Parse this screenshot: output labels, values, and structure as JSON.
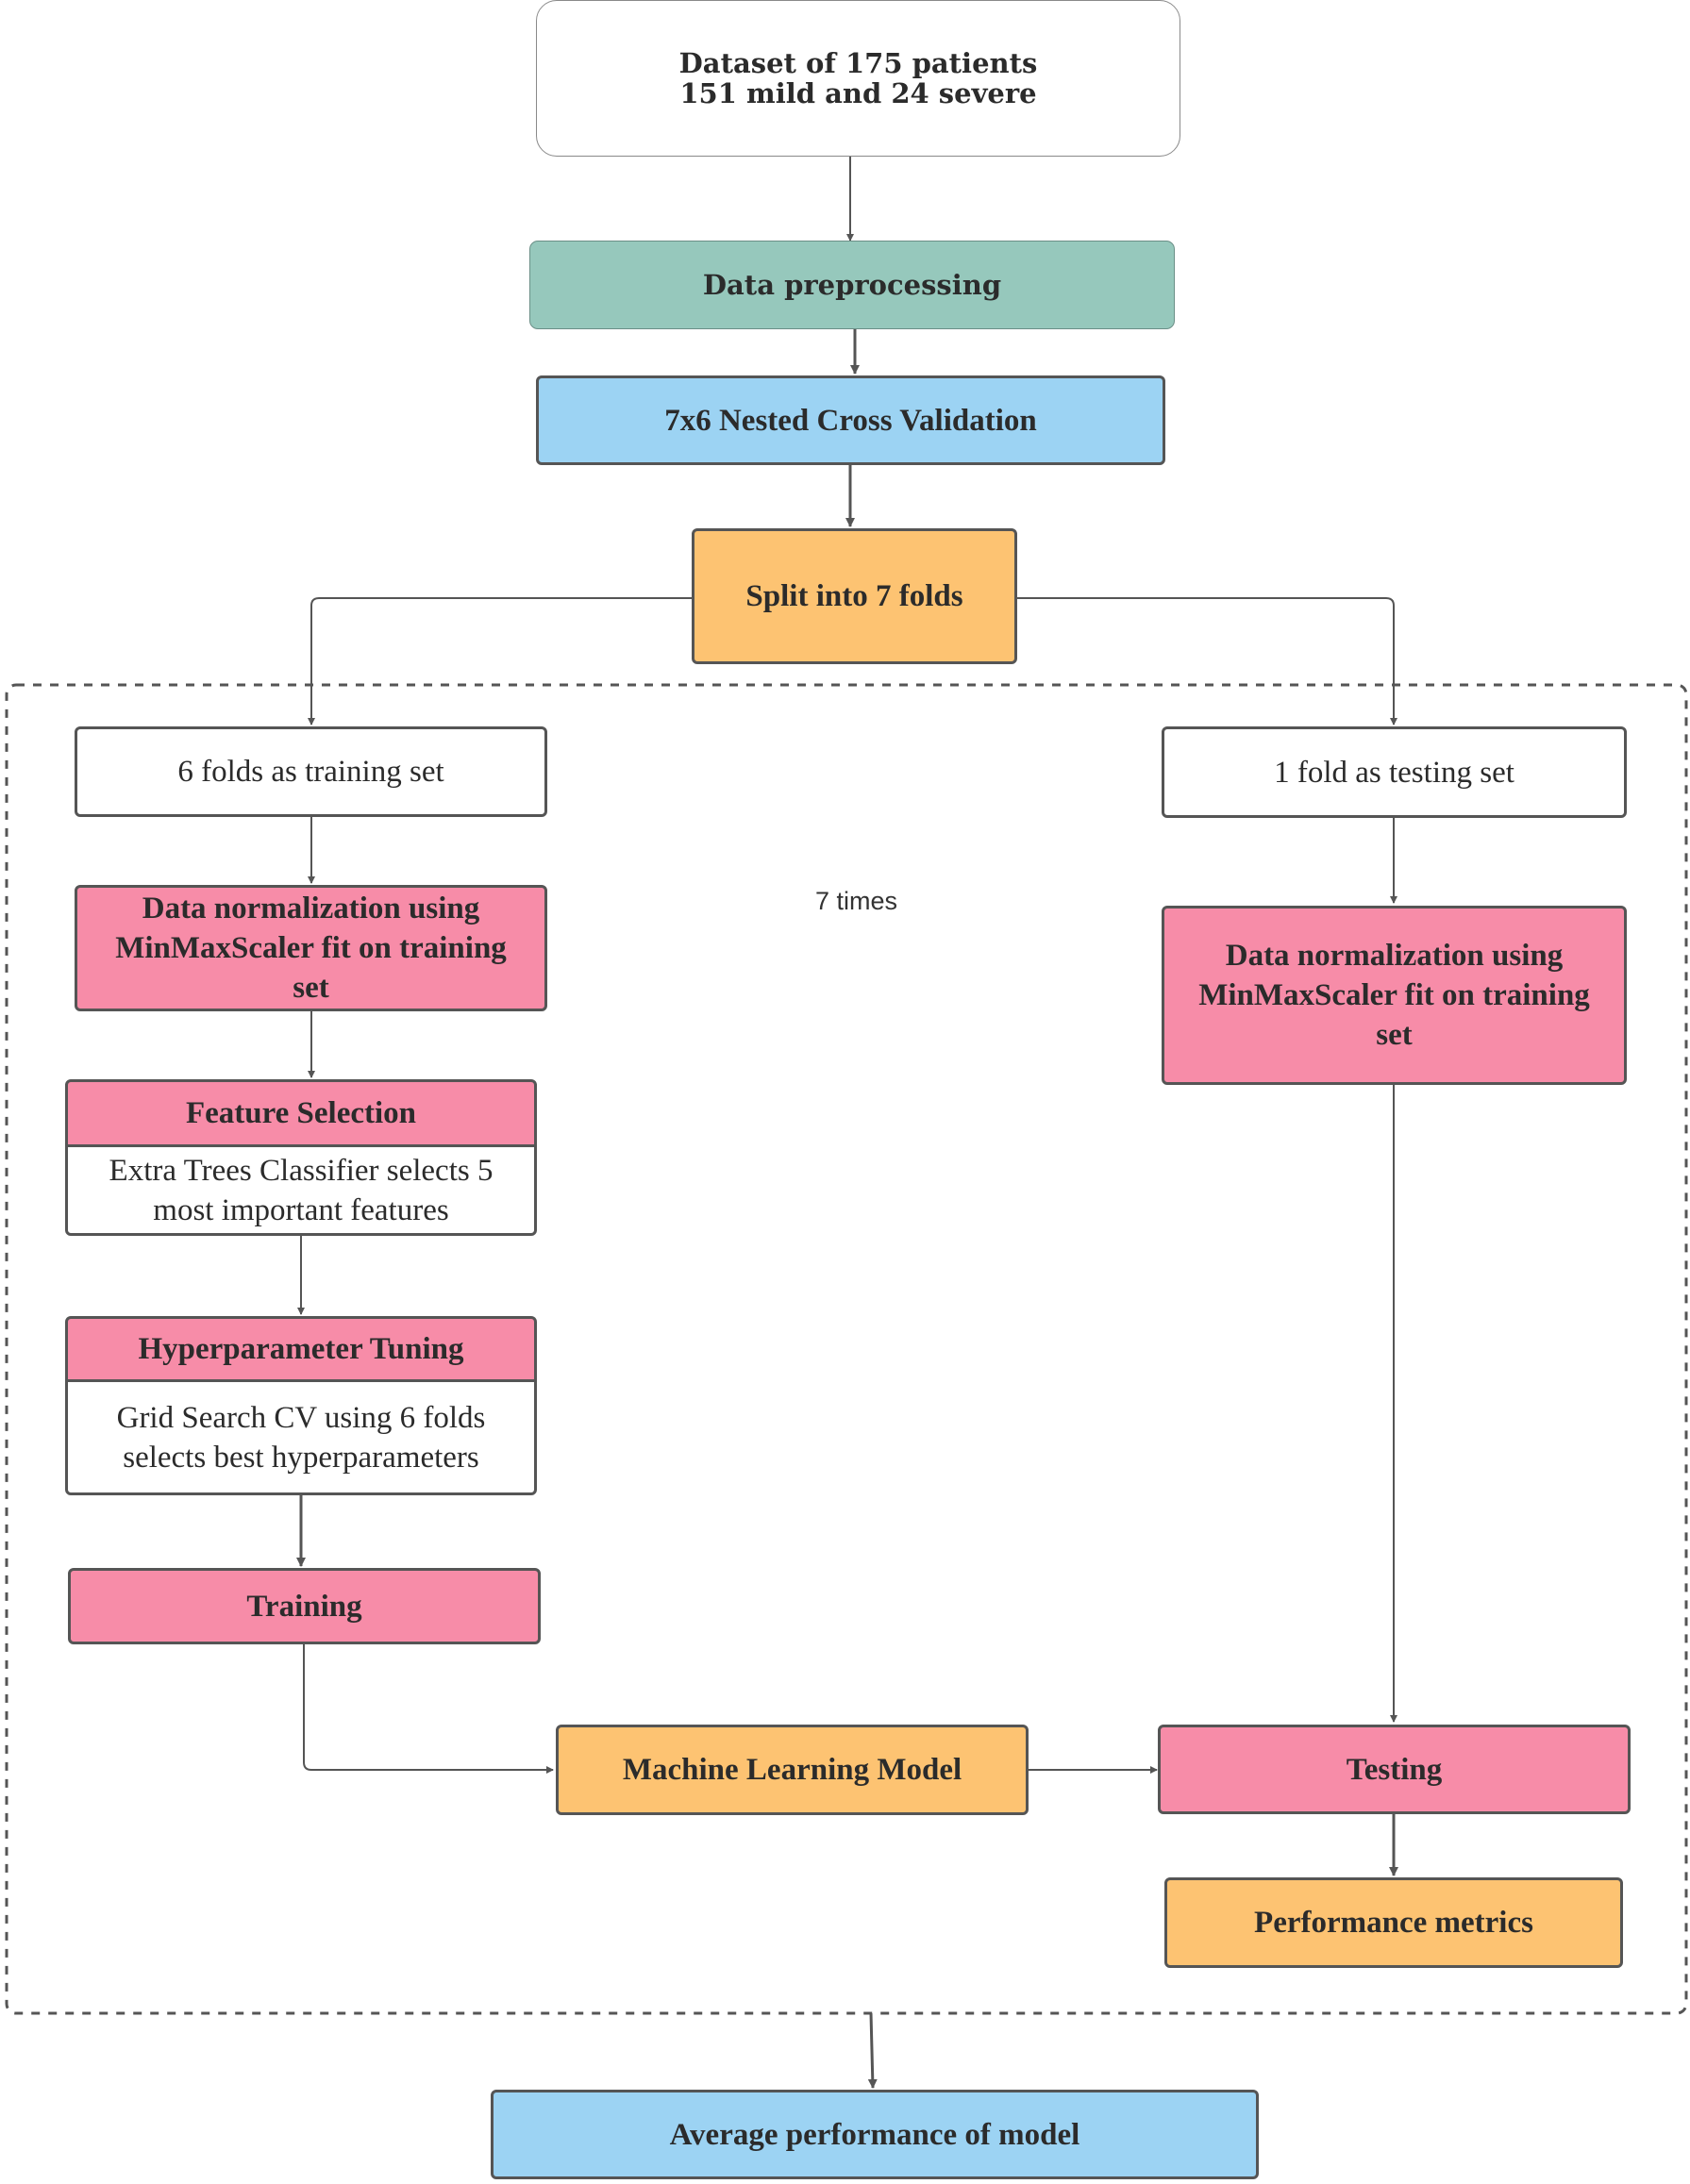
{
  "nodes": {
    "dataset": "Dataset of 175 patients\n151 mild and 24 severe",
    "preprocessing": "Data preprocessing",
    "nested_cv": "7x6 Nested Cross Validation",
    "split": "Split into 7 folds",
    "training_set": "6 folds as training set",
    "testing_set": "1 fold as testing set",
    "norm_train": "Data normalization using\nMinMaxScaler fit on training\nset",
    "norm_test": "Data normalization using\nMinMaxScaler fit on training\nset",
    "feature_selection_title": "Feature Selection",
    "feature_selection_desc": "Extra Trees Classifier selects 5\nmost important features",
    "hyperparam_title": "Hyperparameter Tuning",
    "hyperparam_desc": "Grid Search CV using 6 folds\nselects best hyperparameters",
    "training": "Training",
    "ml_model": "Machine Learning Model",
    "testing": "Testing",
    "performance": "Performance metrics",
    "average": "Average performance of model"
  },
  "loop_label": "7 times",
  "colors": {
    "pink": "#f78ca8",
    "orange": "#fdc372",
    "blue": "#9cd3f3",
    "teal": "#96c8bc",
    "line": "#555555"
  }
}
